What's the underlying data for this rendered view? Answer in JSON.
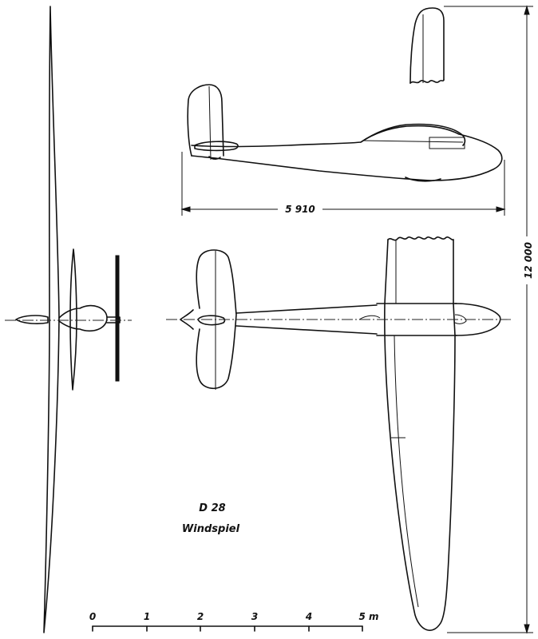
{
  "designation": "D 28",
  "name": "Windspiel",
  "dimensions": {
    "length": "5 910",
    "span": "12 000"
  },
  "scale_bar": {
    "labels": [
      "0",
      "1",
      "2",
      "3",
      "4",
      "5 m"
    ]
  }
}
